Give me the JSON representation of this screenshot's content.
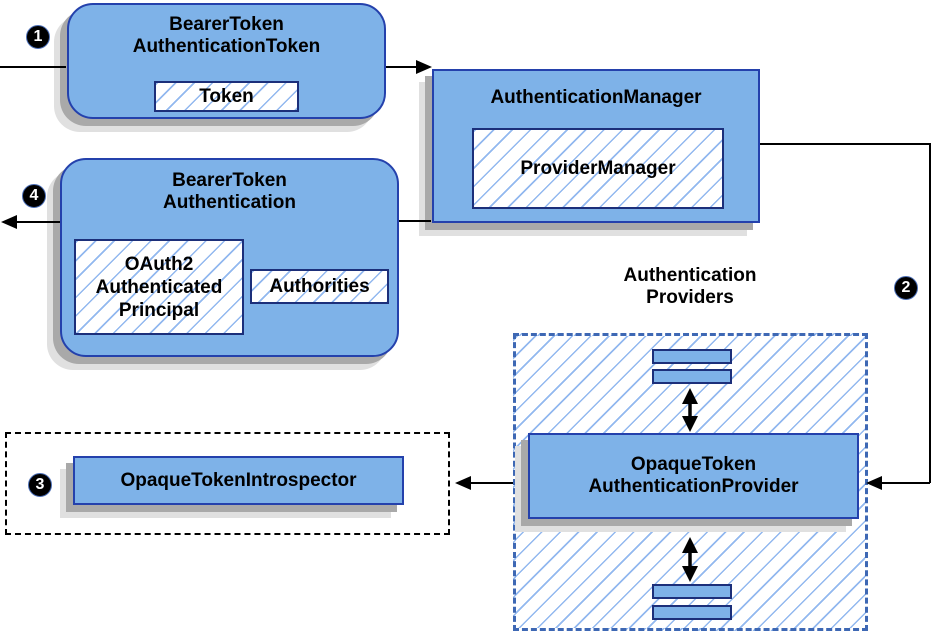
{
  "colors": {
    "node_fill": "#7EB2E8",
    "node_border": "#2441AC",
    "inner_border": "#1C2F7A",
    "hatch_line": "#8CB4EE",
    "providers_dash_border": "#3E68B4",
    "introspector_dash_border": "#000000",
    "shadow_dark": "#A9A9A9",
    "shadow_light": "#E0E0E0",
    "connector": "#000000",
    "badge_bg": "#000000",
    "badge_text": "#FFFFFF"
  },
  "badges": {
    "step1": "1",
    "step2": "2",
    "step3": "3",
    "step4": "4"
  },
  "nodes": {
    "bearer_token_authentication_token": {
      "line1": "BearerToken",
      "line2": "AuthenticationToken",
      "inner": {
        "token": "Token"
      }
    },
    "authentication_manager": {
      "title": "AuthenticationManager",
      "inner": {
        "provider_manager": "ProviderManager"
      }
    },
    "bearer_token_authentication": {
      "line1": "BearerToken",
      "line2": "Authentication",
      "inner": {
        "principal_line1": "OAuth2",
        "principal_line2": "Authenticated",
        "principal_line3": "Principal",
        "authorities": "Authorities"
      }
    },
    "authentication_providers": {
      "label_line1": "Authentication",
      "label_line2": "Providers"
    },
    "opaque_token_authentication_provider": {
      "line1": "OpaqueToken",
      "line2": "AuthenticationProvider"
    },
    "opaque_token_introspector": {
      "title": "OpaqueTokenIntrospector"
    }
  }
}
